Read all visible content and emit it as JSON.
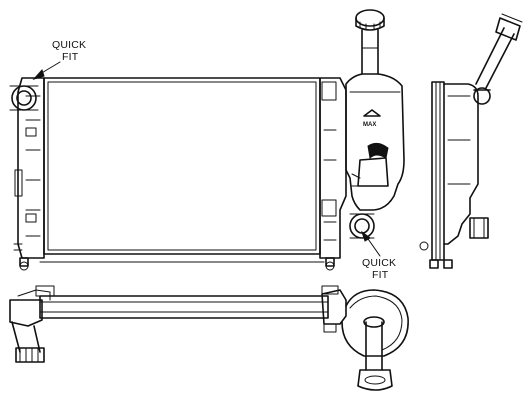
{
  "callouts": {
    "top_left": {
      "line1": "QUICK",
      "line2": "FIT"
    },
    "bottom_right": {
      "line1": "QUICK",
      "line2": "FIT"
    }
  },
  "reservoir": {
    "level_mark": "MAX"
  }
}
